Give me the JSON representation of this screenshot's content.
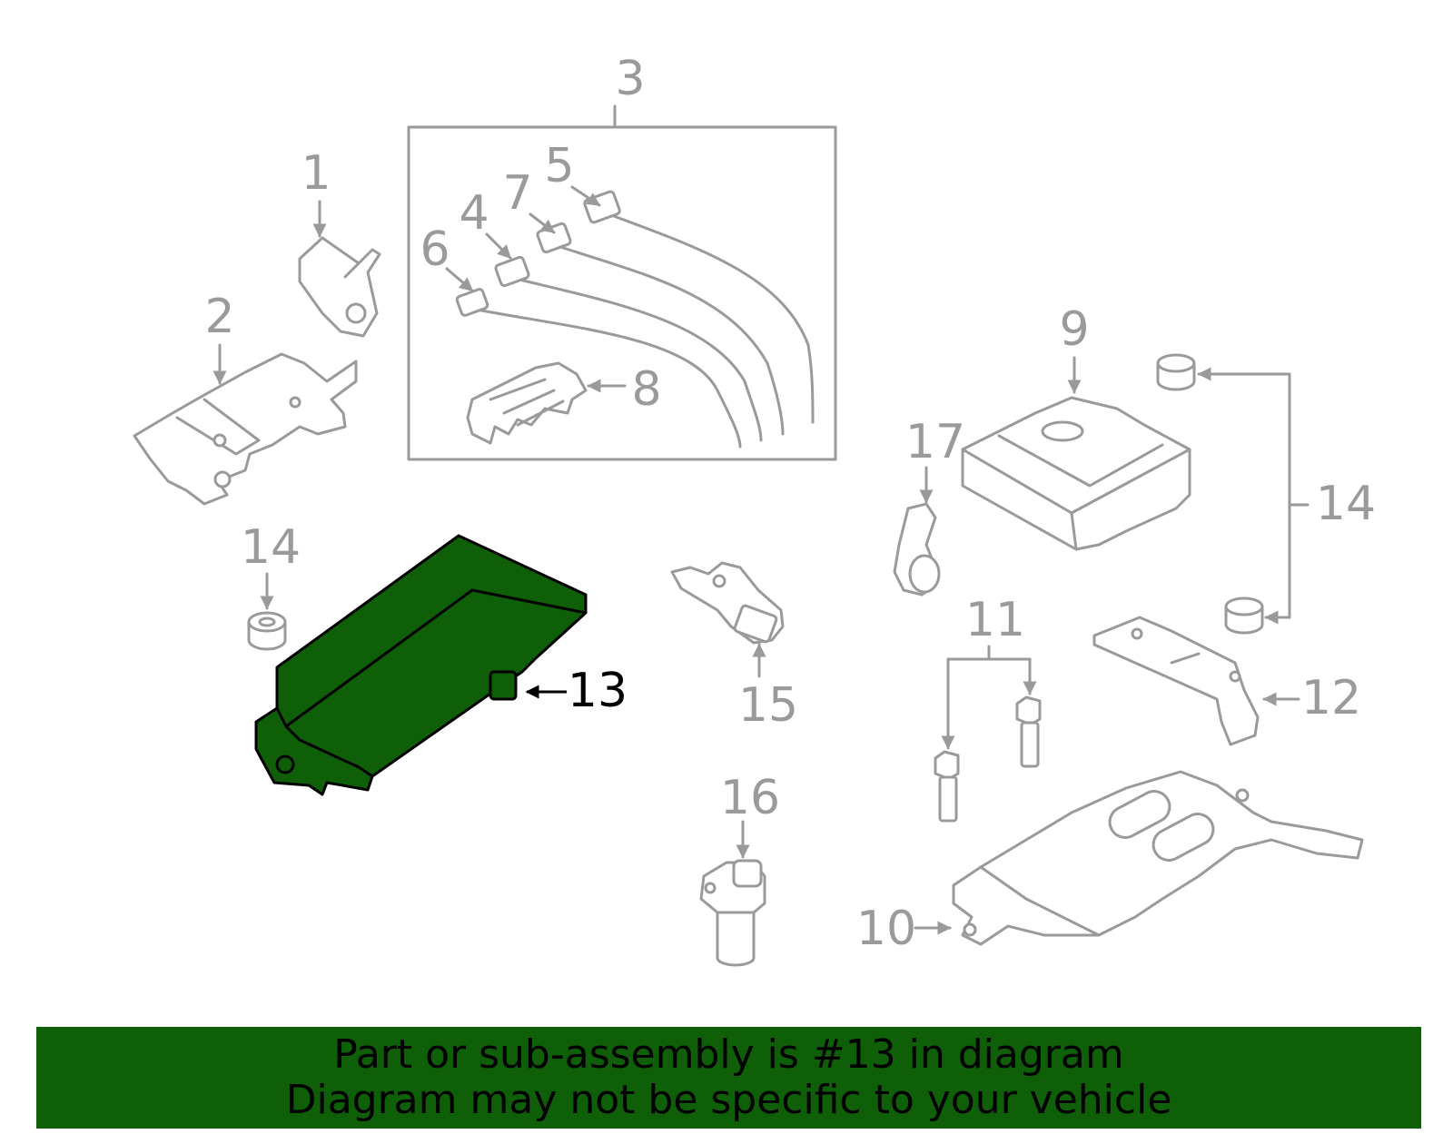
{
  "colors": {
    "highlight_fill": "#0f5e08",
    "part_stroke": "#9a9a9a",
    "banner_bg": "#0f5e08",
    "text_dark": "#000000"
  },
  "highlighted_part": "13",
  "callouts": {
    "c1": "1",
    "c2": "2",
    "c3": "3",
    "c4": "4",
    "c5": "5",
    "c6": "6",
    "c7": "7",
    "c8": "8",
    "c9": "9",
    "c10": "10",
    "c11": "11",
    "c12": "12",
    "c13": "13",
    "c14a": "14",
    "c14b": "14",
    "c15": "15",
    "c16": "16",
    "c17": "17"
  },
  "banner": {
    "line1": "Part or sub-assembly is #13 in diagram",
    "line2": "Diagram may not be specific to your vehicle"
  }
}
